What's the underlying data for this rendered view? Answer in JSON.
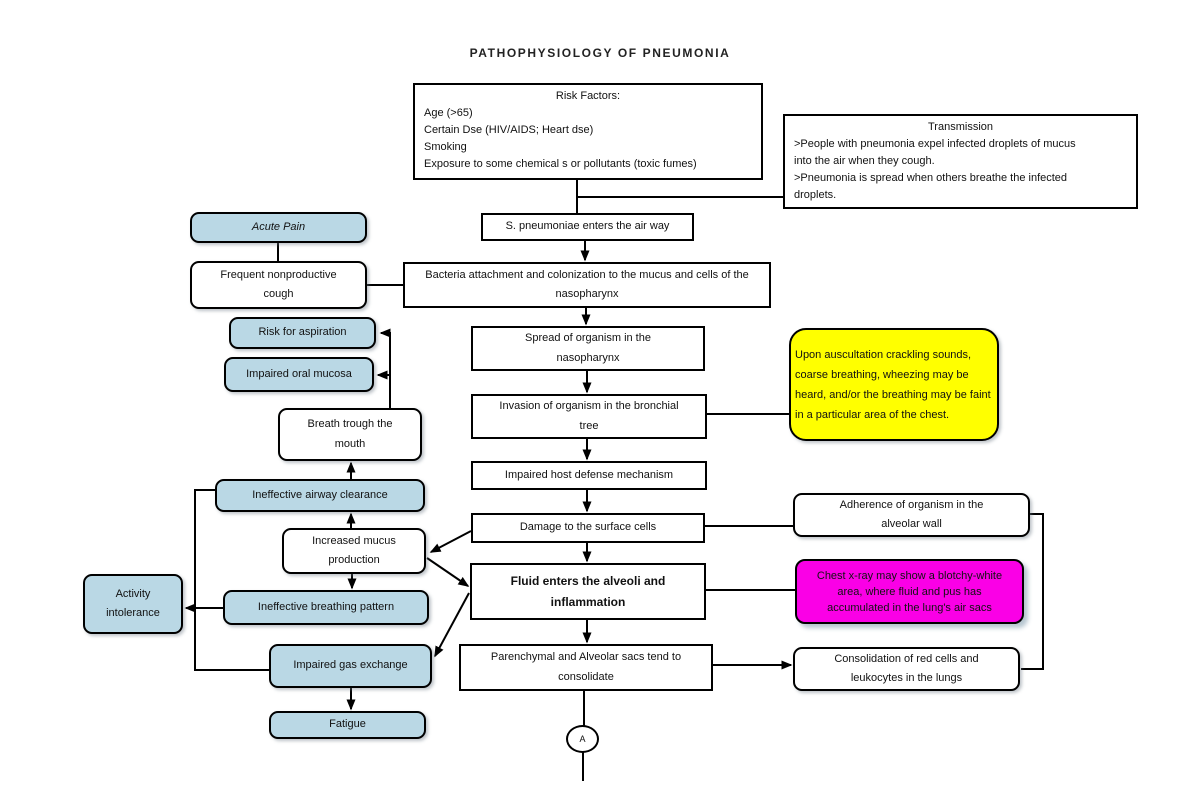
{
  "title": "PATHOPHYSIOLOGY OF PNEUMONIA",
  "risk_factors": {
    "heading": "Risk Factors:",
    "items": [
      "Age (>65)",
      "Certain Dse (HIV/AIDS; Heart dse)",
      "Smoking",
      "Exposure to some chemical s or pollutants (toxic fumes)"
    ]
  },
  "transmission": {
    "heading": "Transmission",
    "lines": [
      ">People with pneumonia expel infected droplets of mucus into the air when they cough.",
      ">Pneumonia is spread when others breathe the infected droplets."
    ]
  },
  "pathway": {
    "s_pneumoniae": "S. pneumoniae enters the air way",
    "bacteria_attachment": "Bacteria attachment and colonization to the mucus and cells of the nasopharynx",
    "spread_organism": "Spread of organism in the nasopharynx",
    "invasion_bronchial": "Invasion of organism in the bronchial tree",
    "impaired_host_defense": "Impaired host defense mechanism",
    "damage_surface_cells": "Damage to the surface cells",
    "fluid_alveoli": "Fluid enters the alveoli and inflammation",
    "parenchymal_consolidate": "Parenchymal and Alveolar sacs tend to consolidate",
    "connector_label": "A"
  },
  "nursing_diagnoses": {
    "acute_pain": "Acute Pain",
    "frequent_cough": "Frequent nonproductive cough",
    "risk_for_aspiration": "Risk for aspiration",
    "impaired_oral_mucosa": "Impaired oral mucosa",
    "breath_through_mouth": "Breath trough the mouth",
    "ineffective_airway_clearance": "Ineffective airway clearance",
    "increased_mucus_production": "Increased mucus production",
    "activity_intolerance": "Activity intolerance",
    "ineffective_breathing_pattern": "Ineffective  breathing pattern",
    "impaired_gas_exchange": "Impaired gas exchange",
    "fatigue": "Fatigue"
  },
  "clinical_notes": {
    "auscultation": "Upon auscultation crackling sounds, coarse breathing, wheezing may be heard, and/or the breathing may be faint in a particular area of the chest.",
    "chest_xray": "Chest x-ray may show a blotchy-white area, where fluid and pus has accumulated in the lung's air sacs",
    "adherence": "Adherence of organism in the alveolar wall",
    "consolidation": "Consolidation of red cells and leukocytes in the lungs"
  },
  "colors": {
    "diagnosis_fill": "#bad8e5",
    "highlight_yellow": "#ffff00",
    "highlight_magenta": "#fa00e6",
    "box_border": "#000000"
  }
}
